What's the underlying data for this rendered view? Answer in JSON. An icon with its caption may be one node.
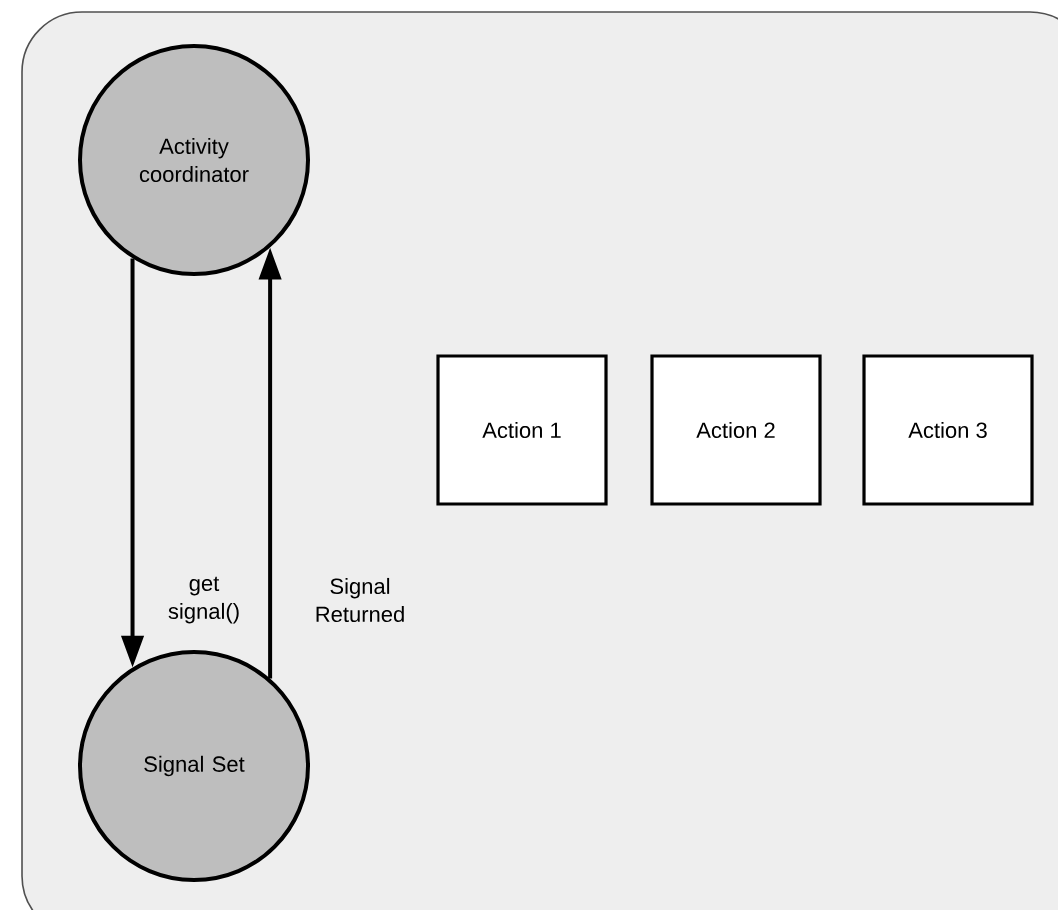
{
  "diagram": {
    "nodes": [
      {
        "text": [
          "Activity coordinator"
        ]
      },
      {
        "text": [
          "Signal Set"
        ]
      },
      {
        "text": [
          "Action 1"
        ]
      },
      {
        "text": [
          "Action 2"
        ]
      },
      {
        "text": [
          "Action 3"
        ]
      }
    ],
    "edges": [
      {
        "from": 0,
        "to": 1,
        "arrow": "to",
        "label": "get signal()"
      },
      {
        "from": 1,
        "to": 0,
        "arrow": "to",
        "label": "Signal Returned"
      }
    ]
  }
}
